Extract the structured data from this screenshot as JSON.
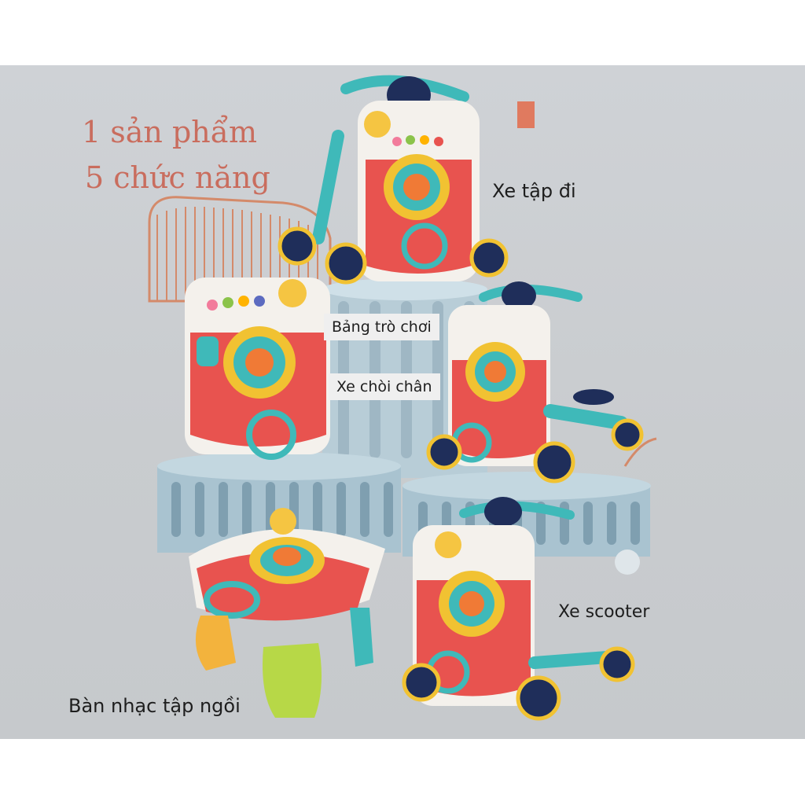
{
  "headline": {
    "line1": "1 sản phẩm",
    "line2": "5 chức năng"
  },
  "labels": {
    "walker": "Xe tập đi",
    "activity_board": "Bảng trò chơi",
    "ride_on": "Xe chòi chân",
    "scooter": "Xe scooter",
    "sitting_table": "Bàn nhạc tập ngồi"
  },
  "colors": {
    "background": "#cbcdd0",
    "toy_red": "#e8534f",
    "toy_teal": "#3fb9b9",
    "toy_white": "#f4f1ec",
    "wheel_navy": "#1f2e5a",
    "pedestal_blue": "#a9c3d0",
    "headline_text": "#c96d5e"
  }
}
